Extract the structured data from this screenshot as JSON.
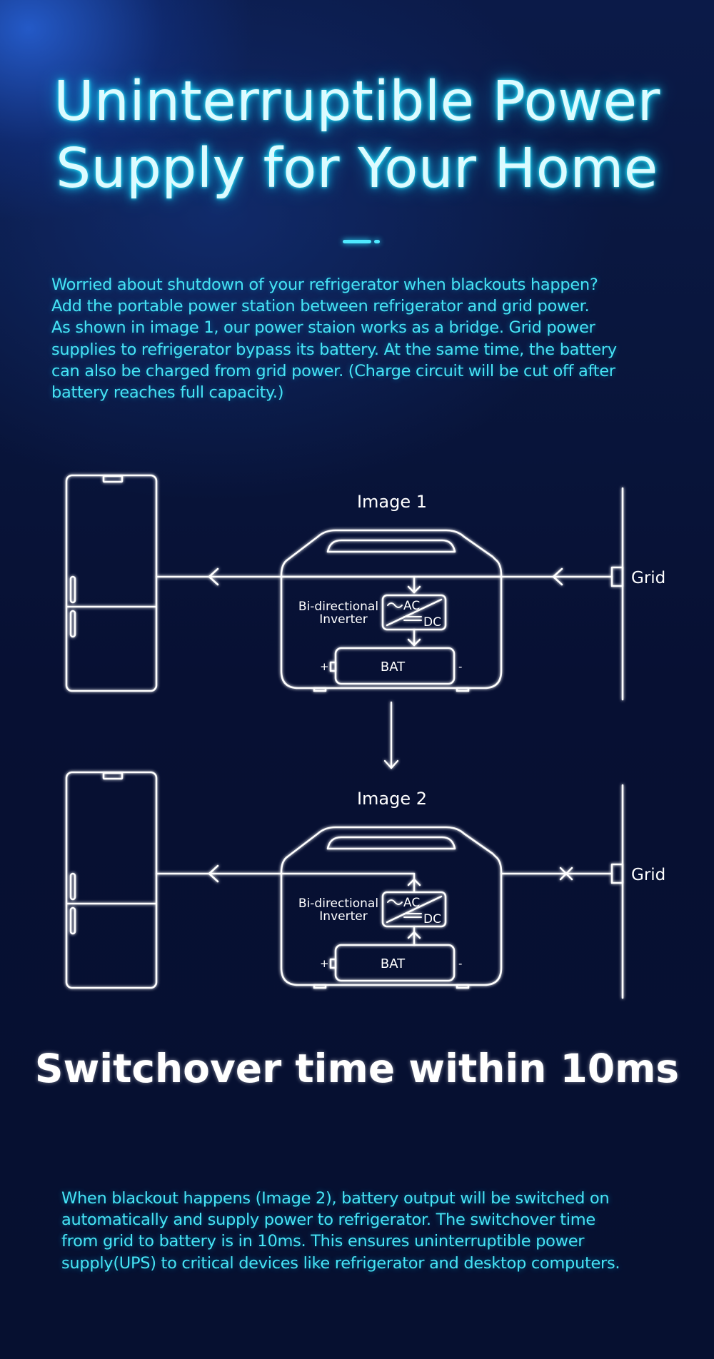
{
  "title": {
    "line1": "Uninterruptible Power",
    "line2": "Supply for Your Home"
  },
  "intro": {
    "lines": [
      "Worried about shutdown of your refrigerator when blackouts happen?",
      "Add the portable power station between refrigerator and grid power.",
      "As shown in image 1, our power staion works as a bridge. Grid power",
      "supplies to refrigerator bypass its battery. At the same time, the battery",
      "can also be charged from grid power. (Charge circuit will be cut off after",
      "battery reaches full capacity.)"
    ]
  },
  "diagram": {
    "image1": {
      "caption": "Image 1",
      "inverter_line1": "Bi-directional",
      "inverter_line2": "Inverter",
      "ac": "AC",
      "dc": "DC",
      "bat": "BAT",
      "plus": "+",
      "minus": "-",
      "grid": "Grid"
    },
    "image2": {
      "caption": "Image 2",
      "inverter_line1": "Bi-directional",
      "inverter_line2": "Inverter",
      "ac": "AC",
      "dc": "DC",
      "bat": "BAT",
      "plus": "+",
      "minus": "-",
      "grid": "Grid"
    }
  },
  "headline": "Switchover time within 10ms",
  "outro": {
    "lines": [
      "When blackout happens (Image 2), battery output will be switched on",
      "automatically and supply power to refrigerator. The switchover time",
      "from grid to battery is in 10ms. This ensures uninterruptible power",
      "supply(UPS) to critical devices like refrigerator and desktop computers."
    ]
  },
  "colors": {
    "background": "#081230",
    "title": "#dcfbff",
    "body_text": "#46e4f5",
    "line_art": "#ffffff"
  }
}
